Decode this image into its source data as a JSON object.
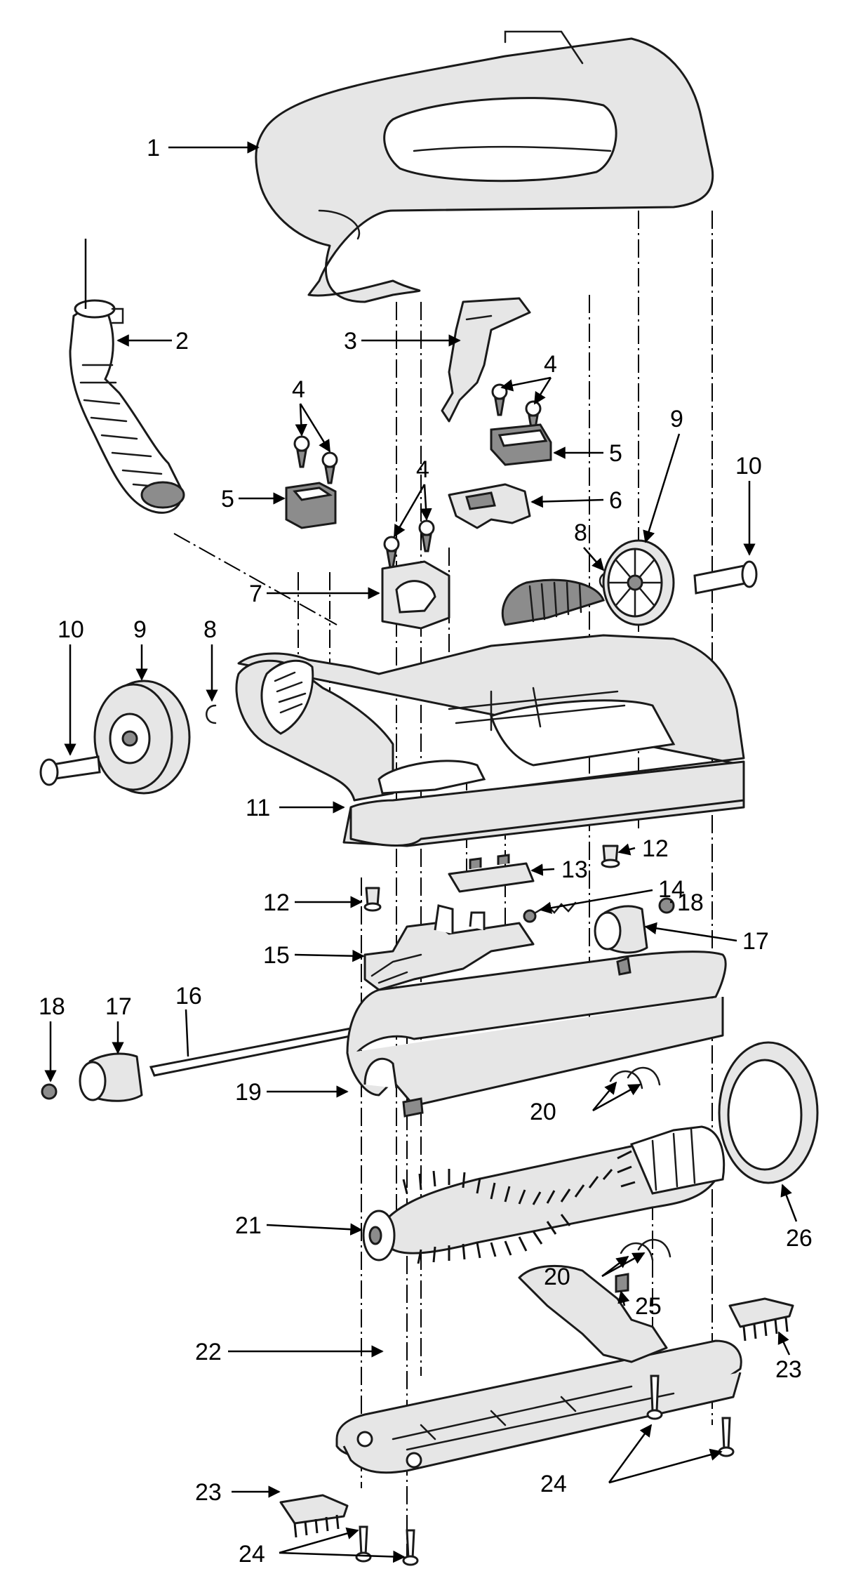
{
  "callouts": [
    {
      "id": "1",
      "label": "1"
    },
    {
      "id": "2",
      "label": "2"
    },
    {
      "id": "3",
      "label": "3"
    },
    {
      "id": "4a",
      "label": "4"
    },
    {
      "id": "4b",
      "label": "4"
    },
    {
      "id": "4c",
      "label": "4"
    },
    {
      "id": "5a",
      "label": "5"
    },
    {
      "id": "5b",
      "label": "5"
    },
    {
      "id": "6",
      "label": "6"
    },
    {
      "id": "7",
      "label": "7"
    },
    {
      "id": "8a",
      "label": "8"
    },
    {
      "id": "8b",
      "label": "8"
    },
    {
      "id": "9a",
      "label": "9"
    },
    {
      "id": "9b",
      "label": "9"
    },
    {
      "id": "10a",
      "label": "10"
    },
    {
      "id": "10b",
      "label": "10"
    },
    {
      "id": "11",
      "label": "11"
    },
    {
      "id": "12a",
      "label": "12"
    },
    {
      "id": "12b",
      "label": "12"
    },
    {
      "id": "13",
      "label": "13"
    },
    {
      "id": "14",
      "label": "14"
    },
    {
      "id": "15",
      "label": "15"
    },
    {
      "id": "16",
      "label": "16"
    },
    {
      "id": "17a",
      "label": "17"
    },
    {
      "id": "17b",
      "label": "17"
    },
    {
      "id": "18a",
      "label": "18"
    },
    {
      "id": "18b",
      "label": "18"
    },
    {
      "id": "19",
      "label": "19"
    },
    {
      "id": "20a",
      "label": "20"
    },
    {
      "id": "20b",
      "label": "20"
    },
    {
      "id": "21",
      "label": "21"
    },
    {
      "id": "22",
      "label": "22"
    },
    {
      "id": "23a",
      "label": "23"
    },
    {
      "id": "23b",
      "label": "23"
    },
    {
      "id": "24a",
      "label": "24"
    },
    {
      "id": "24b",
      "label": "24"
    },
    {
      "id": "25",
      "label": "25"
    },
    {
      "id": "26",
      "label": "26"
    }
  ],
  "colors": {
    "ink": "#1a1a1a",
    "part_fill": "#e6e6e6",
    "shade": "#8c8c8c",
    "background": "#ffffff"
  }
}
